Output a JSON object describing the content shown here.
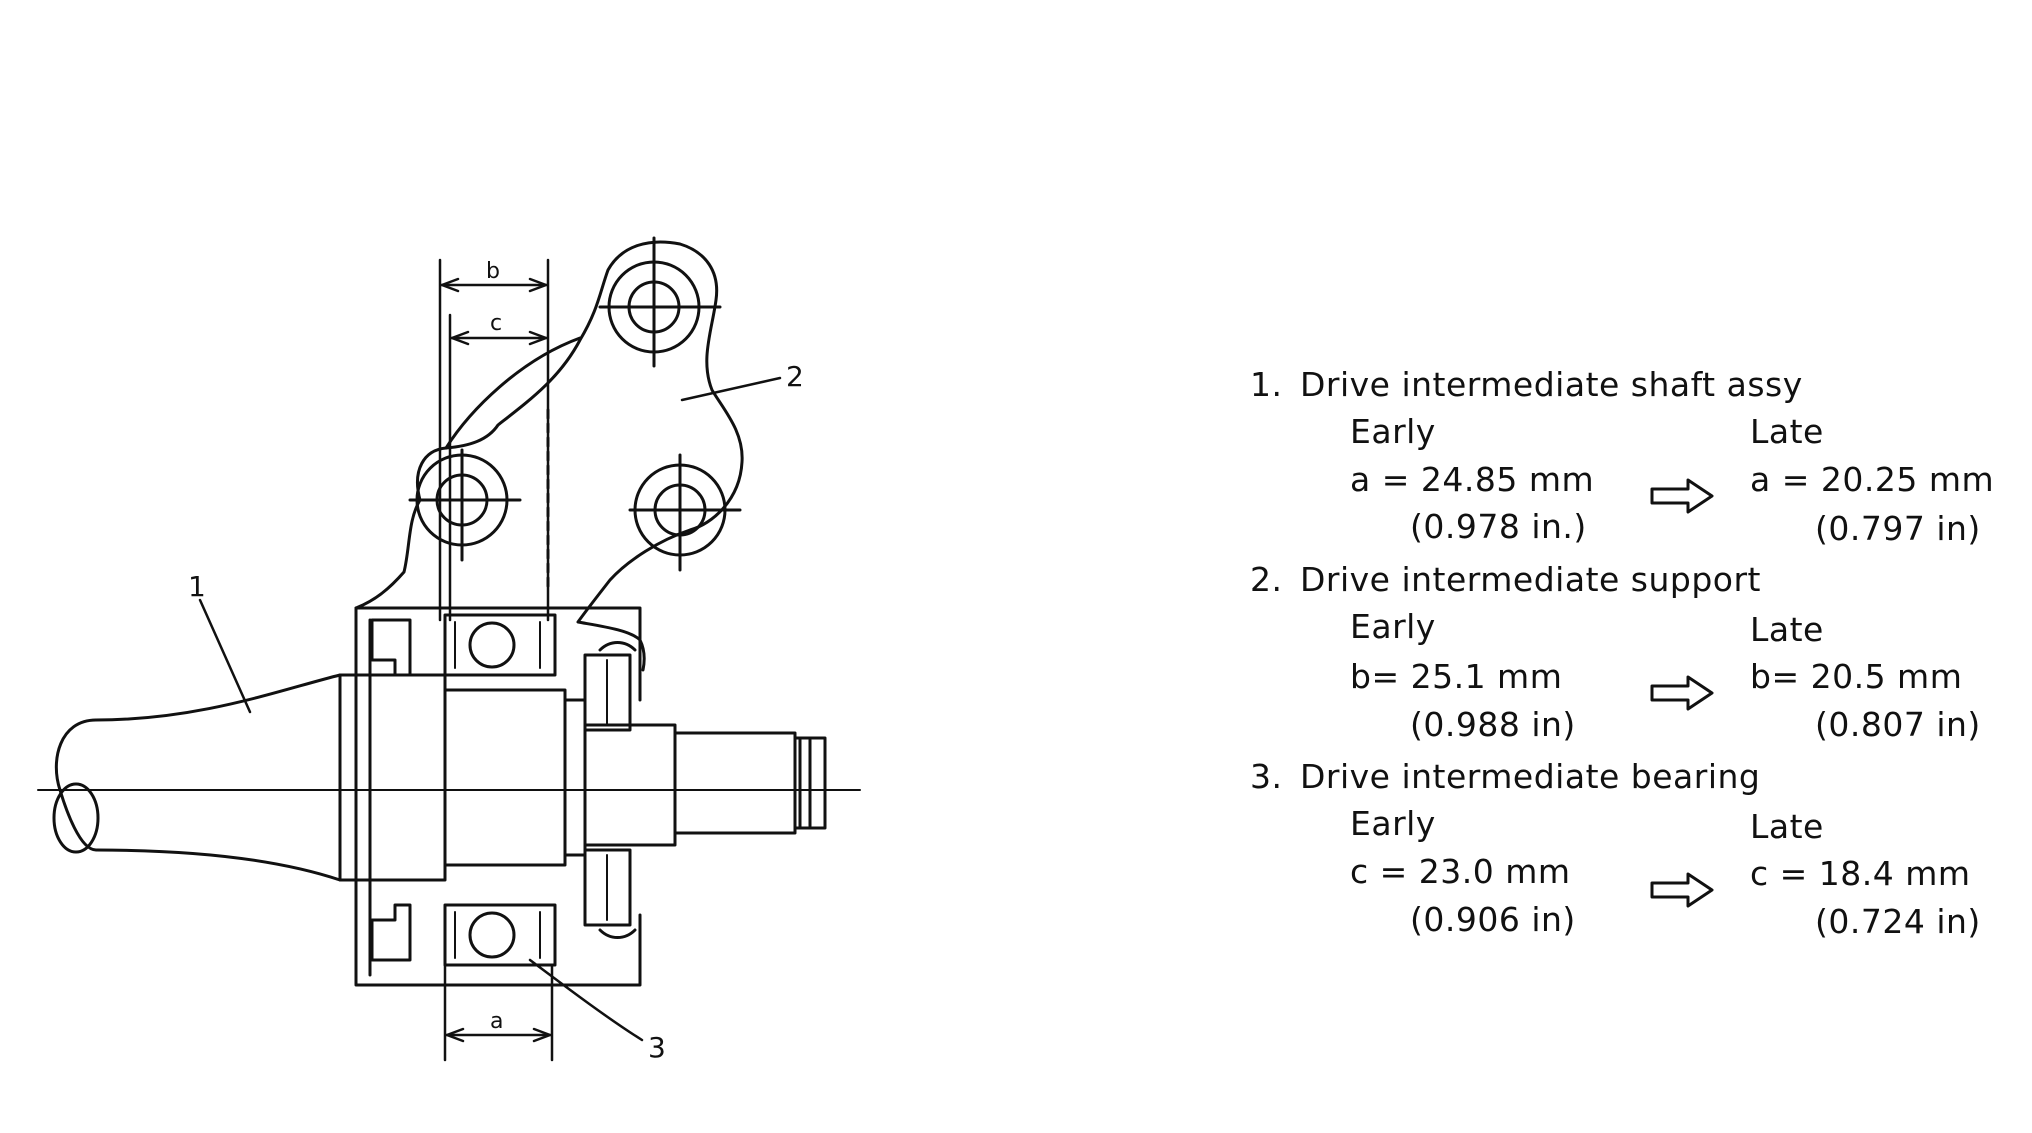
{
  "callouts": {
    "one": "1",
    "two": "2",
    "three": "3"
  },
  "dimensions": {
    "a": "a",
    "b": "b",
    "c": "c"
  },
  "items": [
    {
      "number": "1.",
      "title": "Drive intermediate shaft assy",
      "early_label": "Early",
      "late_label": "Late",
      "early_value": "a = 24.85 mm",
      "early_inch": "(0.978 in.)",
      "late_value": "a = 20.25 mm",
      "late_inch": "(0.797 in)"
    },
    {
      "number": "2.",
      "title": "Drive intermediate support",
      "early_label": "Early",
      "late_label": "Late",
      "early_value": "b= 25.1 mm",
      "early_inch": "(0.988 in)",
      "late_value": "b= 20.5 mm",
      "late_inch": "(0.807 in)"
    },
    {
      "number": "3.",
      "title": "Drive intermediate bearing",
      "early_label": "Early",
      "late_label": "Late",
      "early_value": "c = 23.0 mm",
      "early_inch": "(0.906 in)",
      "late_value": "c = 18.4 mm",
      "late_inch": "(0.724 in)"
    }
  ]
}
